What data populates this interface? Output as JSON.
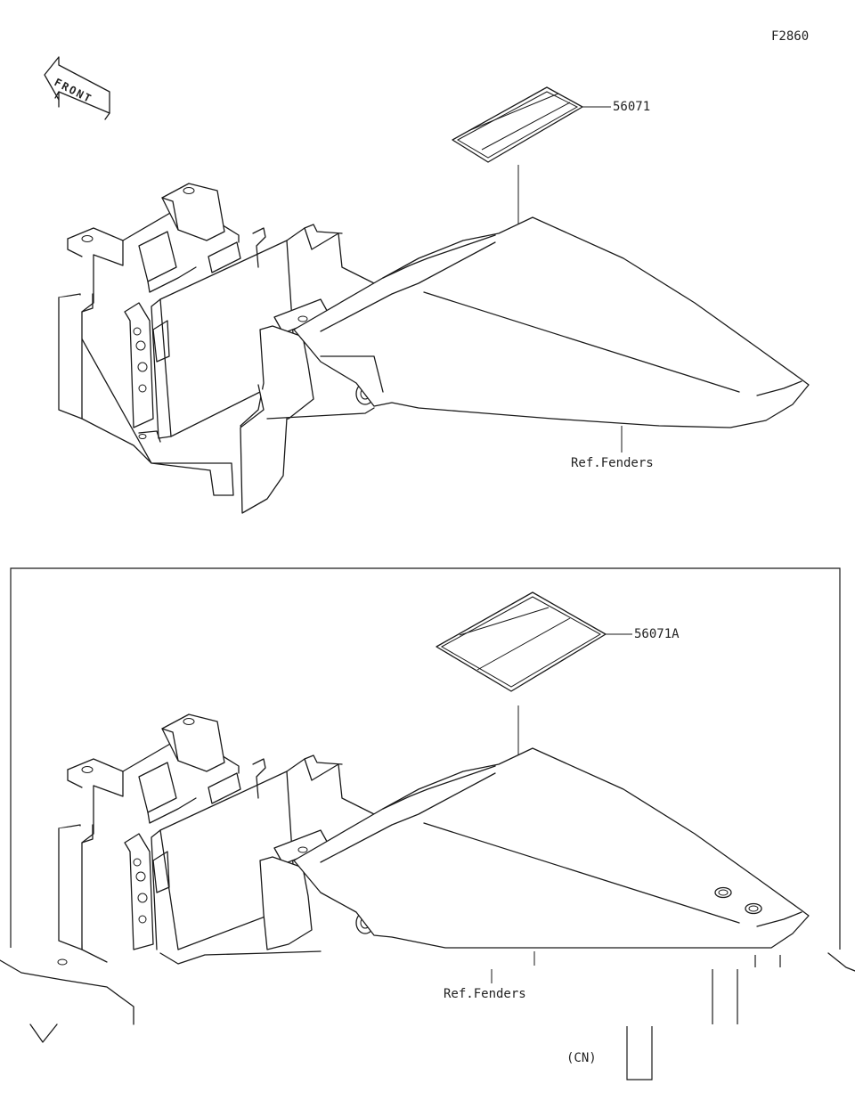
{
  "diagram_code": "F2860",
  "front_arrow_label": "FRONT",
  "upper_panel": {
    "part_number": "56071",
    "ref_label": "Ref.Fenders"
  },
  "lower_panel": {
    "part_number": "56071A",
    "ref_label": "Ref.Fenders",
    "region_label": "(CN)"
  }
}
